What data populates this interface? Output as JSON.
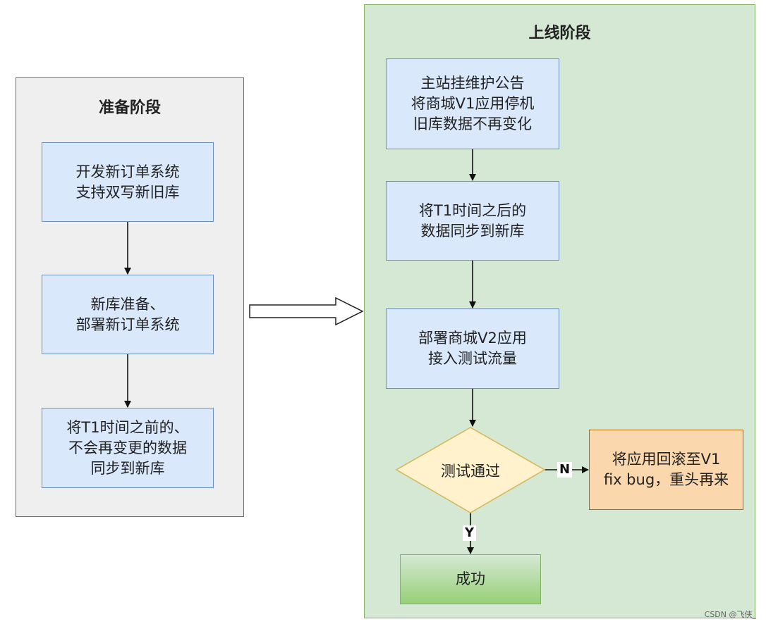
{
  "prep": {
    "title": "准备阶段",
    "steps": [
      "开发新订单系统\n支持双写新旧库",
      "新库准备、\n部署新订单系统",
      "将T1时间之前的、\n不会再变更的数据\n同步到新库"
    ]
  },
  "launch": {
    "title": "上线阶段",
    "steps": [
      "主站挂维护公告\n将商城V1应用停机\n旧库数据不再变化",
      "将T1时间之后的\n数据同步到新库",
      "部署商城V2应用\n接入测试流量"
    ],
    "decision": "测试通过",
    "no_label": "N",
    "yes_label": "Y",
    "rollback": "将应用回滚至V1\nfix bug，重头再来",
    "success": "成功"
  },
  "watermark": "CSDN @飞侠_",
  "colors": {
    "prep_fill": "#efefef",
    "launch_fill": "#d5e8d4",
    "process_fill": "#dae8fc",
    "decision_fill": "#fff2cc",
    "rollback_fill": "#fad7ac",
    "success_fill": "#97d077"
  }
}
